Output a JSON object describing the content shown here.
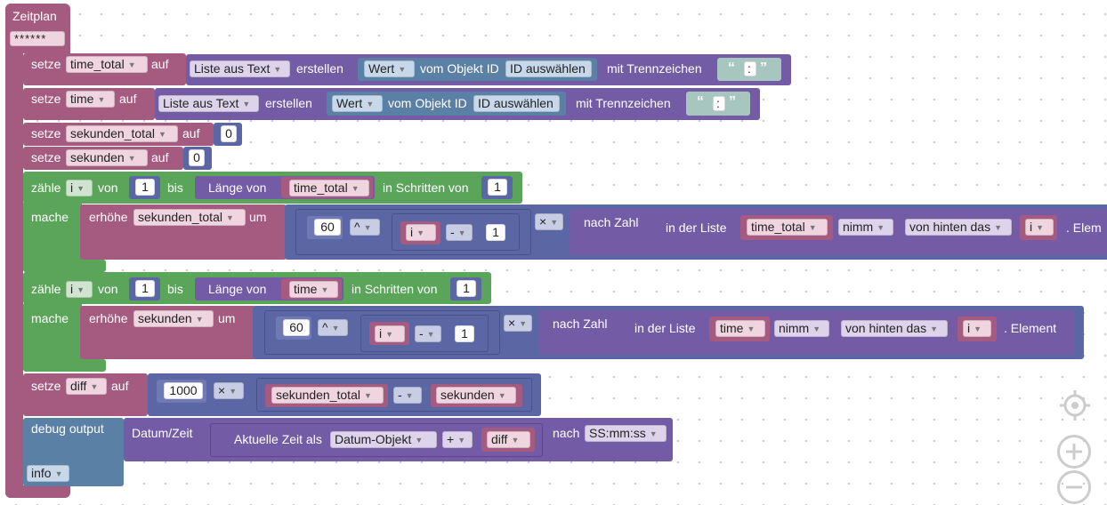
{
  "event": {
    "name": "Zeitplan",
    "schedule": "******"
  },
  "rows": {
    "r1": {
      "setze": "setze",
      "var": "time_total",
      "auf": "auf",
      "list": "Liste aus Text",
      "erstellen": "erstellen",
      "wert": "Wert",
      "vom": "vom Objekt ID",
      "id": "ID auswählen",
      "mit": "mit Trennzeichen",
      "sep": ":"
    },
    "r2": {
      "setze": "setze",
      "var": "time",
      "auf": "auf",
      "list": "Liste aus Text",
      "erstellen": "erstellen",
      "wert": "Wert",
      "vom": "vom Objekt ID",
      "id": "ID auswählen",
      "mit": "mit Trennzeichen",
      "sep": ":"
    },
    "r3": {
      "setze": "setze",
      "var": "sekunden_total",
      "auf": "auf",
      "val": "0"
    },
    "r4": {
      "setze": "setze",
      "var": "sekunden",
      "auf": "auf",
      "val": "0"
    },
    "loop1": {
      "zaehle": "zähle",
      "var": "i",
      "von": "von",
      "from": "1",
      "bis": "bis",
      "laenge": "Länge von",
      "list": "time_total",
      "schritte": "in Schritten von",
      "step": "1",
      "mache": "mache",
      "erhoehe": "erhöhe",
      "target": "sekunden_total",
      "um": "um",
      "base": "60",
      "pow": "^",
      "idx": "i",
      "minus": "-",
      "one": "1",
      "mul": "×",
      "nachZahl": "nach Zahl",
      "inListe": "in der Liste",
      "list2": "time_total",
      "nimm": "nimm",
      "von_hinten": "von hinten das",
      "idx2": "i",
      "elem": ". Elem"
    },
    "loop2": {
      "zaehle": "zähle",
      "var": "i",
      "von": "von",
      "from": "1",
      "bis": "bis",
      "laenge": "Länge von",
      "list": "time",
      "schritte": "in Schritten von",
      "step": "1",
      "mache": "mache",
      "erhoehe": "erhöhe",
      "target": "sekunden",
      "um": "um",
      "base": "60",
      "pow": "^",
      "idx": "i",
      "minus": "-",
      "one": "1",
      "mul": "×",
      "nachZahl": "nach Zahl",
      "inListe": "in der Liste",
      "list2": "time",
      "nimm": "nimm",
      "von_hinten": "von hinten das",
      "idx2": "i",
      "elem": ". Element"
    },
    "r5": {
      "setze": "setze",
      "var": "diff",
      "auf": "auf",
      "val": "1000",
      "mul": "×",
      "a": "sekunden_total",
      "minus": "-",
      "b": "sekunden"
    },
    "r6": {
      "debug": "debug output",
      "datum": "Datum/Zeit",
      "aktuelle": "Aktuelle Zeit als",
      "obj": "Datum-Objekt",
      "plus": "+",
      "diff": "diff",
      "nach": "nach",
      "fmt": "SS:mm:ss",
      "level": "info"
    }
  },
  "colors": {
    "event": "#a55b80",
    "list": "#745ba5",
    "object": "#5b80a5",
    "loop": "#5ba55b",
    "math": "#5b67a5"
  },
  "icons": {
    "center": "target-icon",
    "zoom_in": "zoom-in-icon",
    "zoom_out": "zoom-out-icon"
  }
}
